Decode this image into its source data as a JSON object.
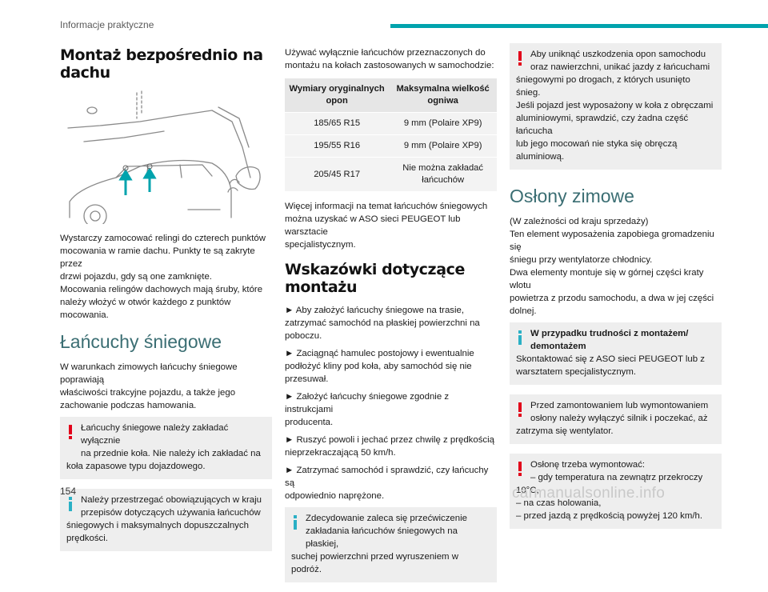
{
  "header": {
    "section": "Informacje praktyczne",
    "accent_color": "#00a3ad"
  },
  "page_number": "154",
  "watermark": "carmanualsonline.info",
  "col1": {
    "title": "Montaż bezpośrednio na dachu",
    "roof_paragraph": [
      "Wystarczy zamocować relingi do czterech punktów",
      "mocowania w ramie dachu. Punkty te są zakryte przez",
      "drzwi pojazdu, gdy są one zamknięte.",
      "Mocowania relingów dachowych mają śruby, które",
      "należy włożyć w otwór każdego z punktów mocowania."
    ],
    "chains_title": "Łańcuchy śniegowe",
    "chains_paragraph": [
      "W warunkach zimowych łańcuchy śniegowe poprawiają",
      "właściwości trakcyjne pojazdu, a także jego",
      "zachowanie podczas hamowania."
    ],
    "warn_note": [
      "Łańcuchy śniegowe należy zakładać wyłącznie",
      "na przednie koła. Nie należy ich zakładać na",
      "koła zapasowe typu dojazdowego."
    ],
    "info_note": [
      "Należy przestrzegać obowiązujących w kraju",
      "przepisów dotyczących używania łańcuchów",
      "śniegowych i maksymalnych dopuszczalnych",
      "prędkości."
    ]
  },
  "col2": {
    "intro": [
      "Używać wyłącznie łańcuchów przeznaczonych do",
      "montażu na kołach zastosowanych w samochodzie:"
    ],
    "table": {
      "headers": [
        "Wymiary oryginalnych opon",
        "Maksymalna wielkość ogniwa"
      ],
      "rows": [
        [
          "185/65 R15",
          "9 mm (Polaire XP9)"
        ],
        [
          "195/55 R16",
          "9 mm (Polaire XP9)"
        ],
        [
          "205/45 R17",
          "Nie można zakładać łańcuchów"
        ]
      ]
    },
    "more_info": [
      "Więcej informacji na temat łańcuchów śniegowych",
      "można uzyskać w ASO sieci PEUGEOT lub warsztacie",
      "specjalistycznym."
    ],
    "install_title": "Wskazówki dotyczące montażu",
    "steps": [
      [
        "► Aby założyć łańcuchy śniegowe na trasie,",
        "zatrzymać samochód na płaskiej powierzchni na",
        "poboczu."
      ],
      [
        "► Zaciągnąć hamulec postojowy i ewentualnie",
        "podłożyć kliny pod koła, aby samochód się nie",
        "przesuwał."
      ],
      [
        "► Założyć łańcuchy śniegowe zgodnie z instrukcjami",
        "producenta."
      ],
      [
        "► Ruszyć powoli i jechać przez chwilę z prędkością",
        "nieprzekraczającą 50 km/h."
      ],
      [
        "► Zatrzymać samochód i sprawdzić, czy łańcuchy są",
        "odpowiednio naprężone."
      ]
    ],
    "info_note": [
      "Zdecydowanie zaleca się przećwiczenie",
      "zakładania łańcuchów śniegowych na płaskiej,",
      "suchej powierzchni przed wyruszeniem w podróż."
    ]
  },
  "col3": {
    "warn_note_top": [
      "Aby uniknąć uszkodzenia opon samochodu",
      "oraz nawierzchni, unikać jazdy z łańcuchami",
      "śniegowymi po drogach, z których usunięto śnieg.",
      "Jeśli pojazd jest wyposażony w koła z obręczami",
      "aluminiowymi, sprawdzić, czy żadna część łańcucha",
      "lub jego mocowań nie styka się obręczą",
      "aluminiową."
    ],
    "covers_title": "Osłony zimowe",
    "covers_paragraph": [
      "(W zależności od kraju sprzedaży)",
      "Ten element wyposażenia zapobiega gromadzeniu się",
      "śniegu przy wentylatorze chłodnicy.",
      "Dwa elementy montuje się w górnej części kraty wlotu",
      "powietrza z przodu samochodu, a dwa w jej części",
      "dolnej."
    ],
    "info_note": {
      "title_lines": [
        "W przypadku trudności z montażem/",
        "demontażem"
      ],
      "body_lines": [
        "Skontaktować się z ASO sieci PEUGEOT lub z",
        "warsztatem specjalistycznym."
      ]
    },
    "warn_note_mid": [
      "Przed zamontowaniem lub wymontowaniem",
      "osłony należy wyłączyć silnik i poczekać, aż",
      "zatrzyma się wentylator."
    ],
    "warn_note_bottom": [
      "Osłonę trzeba wymontować:",
      "–  gdy temperatura na zewnątrz przekroczy",
      "10°C,",
      "–  na czas holowania,",
      "–  przed jazdą z prędkością powyżej 120 km/h."
    ]
  },
  "colors": {
    "warning": "#e2001a",
    "info": "#2ab0c5",
    "note_bg": "#eeeeee",
    "title_teal": "#3b6e73"
  }
}
